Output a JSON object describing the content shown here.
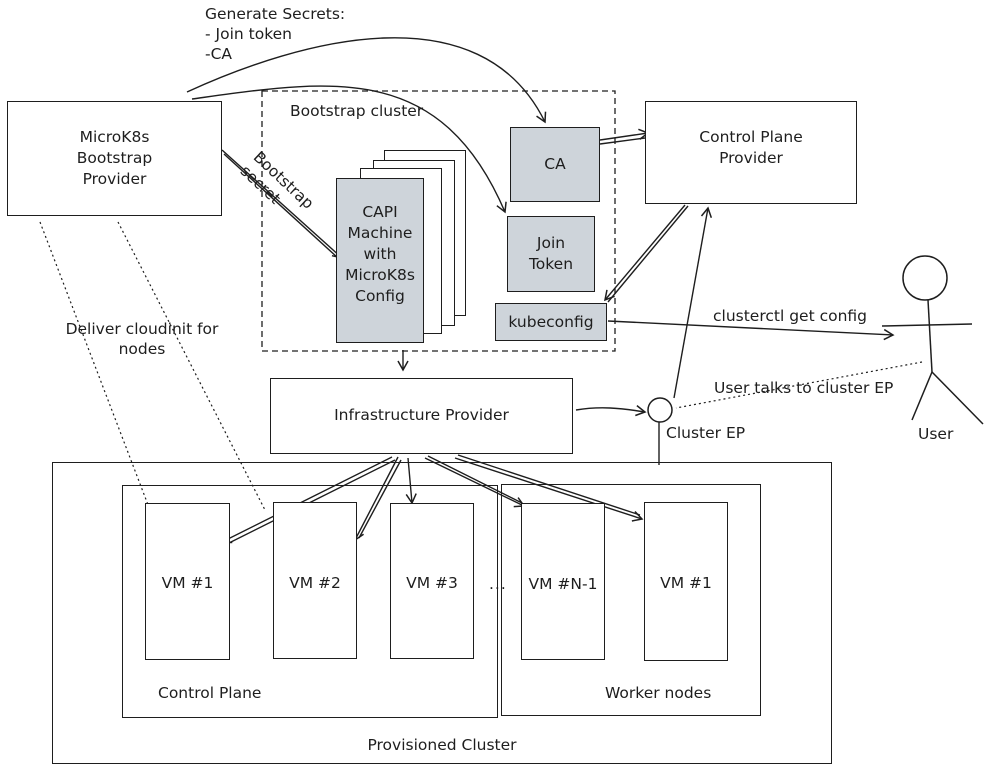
{
  "annotations": {
    "generate_secrets": "Generate Secrets:\n- Join token\n-CA",
    "bootstrap_secret": "Bootstrap\nsecret",
    "deliver_cloudinit": "Deliver cloudinit for\nnodes",
    "clusterctl": "clusterctl get config",
    "user_talks": "User talks to cluster EP",
    "ellipsis": "..."
  },
  "boxes": {
    "bootstrap_provider": "MicroK8s\nBootstrap\nProvider",
    "bootstrap_cluster": "Bootstrap cluster",
    "capi_machine": "CAPI\nMachine\nwith\nMicroK8s\nConfig",
    "ca": "CA",
    "join_token": "Join\nToken",
    "kubeconfig": "kubeconfig",
    "control_plane_provider": "Control Plane\nProvider",
    "infrastructure_provider": "Infrastructure Provider",
    "cluster_ep": "Cluster EP",
    "user": "User",
    "provisioned_cluster": "Provisioned Cluster",
    "control_plane_group": "Control Plane",
    "worker_nodes_group": "Worker nodes"
  },
  "vms": [
    "VM #1",
    "VM #2",
    "VM #3",
    "VM #N-1",
    "VM #1"
  ],
  "colors": {
    "stroke": "#1e1e1e",
    "grey_fill": "#ced4da"
  }
}
